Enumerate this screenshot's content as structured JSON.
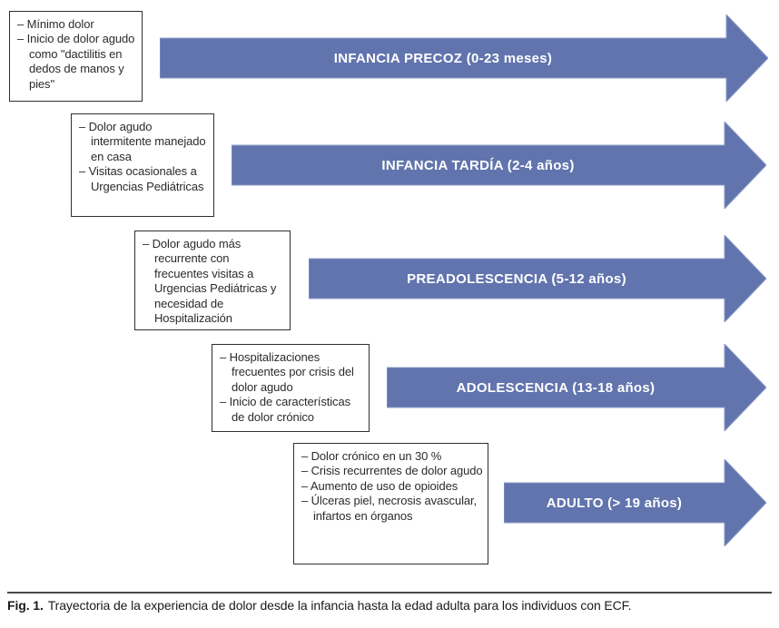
{
  "figure": {
    "stages": [
      {
        "label": "INFANCIA PRECOZ (0-23 meses)",
        "notes": [
          "– Mínimo dolor",
          "– Inicio de dolor agudo como \"dactilitis en dedos de manos y pies\""
        ]
      },
      {
        "label": "INFANCIA TARDÍA (2-4 años)",
        "notes": [
          "– Dolor agudo intermitente manejado en casa",
          "– Visitas ocasionales a Urgencias Pediátricas"
        ]
      },
      {
        "label": "PREADOLESCENCIA (5-12 años)",
        "notes": [
          "– Dolor agudo más recurrente con frecuentes visitas a Urgencias Pediátricas y necesidad de Hospitalización"
        ]
      },
      {
        "label": "ADOLESCENCIA (13-18 años)",
        "notes": [
          "– Hospitalizaciones frecuentes por crisis del dolor agudo",
          "– Inicio de características de dolor crónico"
        ]
      },
      {
        "label": "ADULTO (> 19 años)",
        "notes": [
          "– Dolor crónico en un 30 %",
          "– Crisis recurrentes de dolor agudo",
          "– Aumento de uso de opioides",
          "– Úlceras piel, necrosis avascular, infartos en órganos"
        ]
      }
    ],
    "caption": {
      "prefix": "Fig. 1.",
      "text": "Trayectoria de la experiencia de dolor desde la infancia hasta la edad adulta para los individuos con ECF."
    },
    "colors": {
      "arrow_fill": "#6174ad",
      "arrow_stroke": "#8e9cc6",
      "arrow_text": "#ffffff",
      "box_border": "#2f2f2f",
      "text": "#2b2b2b",
      "rule": "#4a4a4a"
    }
  }
}
